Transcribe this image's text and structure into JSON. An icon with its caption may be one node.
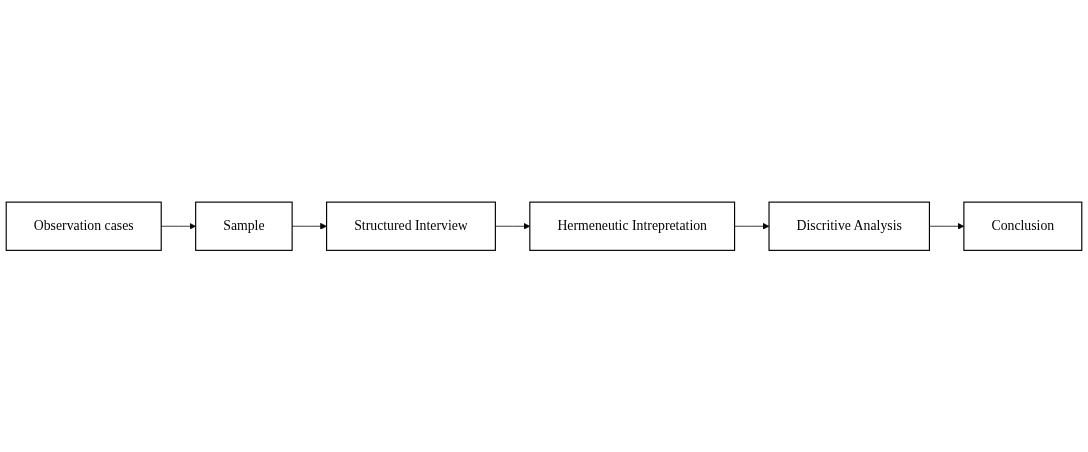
{
  "diagram": {
    "nodes": [
      {
        "text": [
          "Observation cases"
        ]
      },
      {
        "text": [
          "Sample"
        ]
      },
      {
        "text": [
          "Structured Interview"
        ]
      },
      {
        "text": [
          "Hermeneutic Intrepretation"
        ]
      },
      {
        "text": [
          "Discritive Analysis"
        ]
      },
      {
        "text": [
          "Conclusion"
        ]
      }
    ],
    "edges": [
      {
        "from": 0,
        "to": 1,
        "arrow": "to"
      },
      {
        "from": 1,
        "to": 2,
        "arrow": "to"
      },
      {
        "from": 2,
        "to": 3,
        "arrow": "to"
      },
      {
        "from": 3,
        "to": 4,
        "arrow": "to"
      },
      {
        "from": 4,
        "to": 5,
        "arrow": "to"
      }
    ]
  }
}
